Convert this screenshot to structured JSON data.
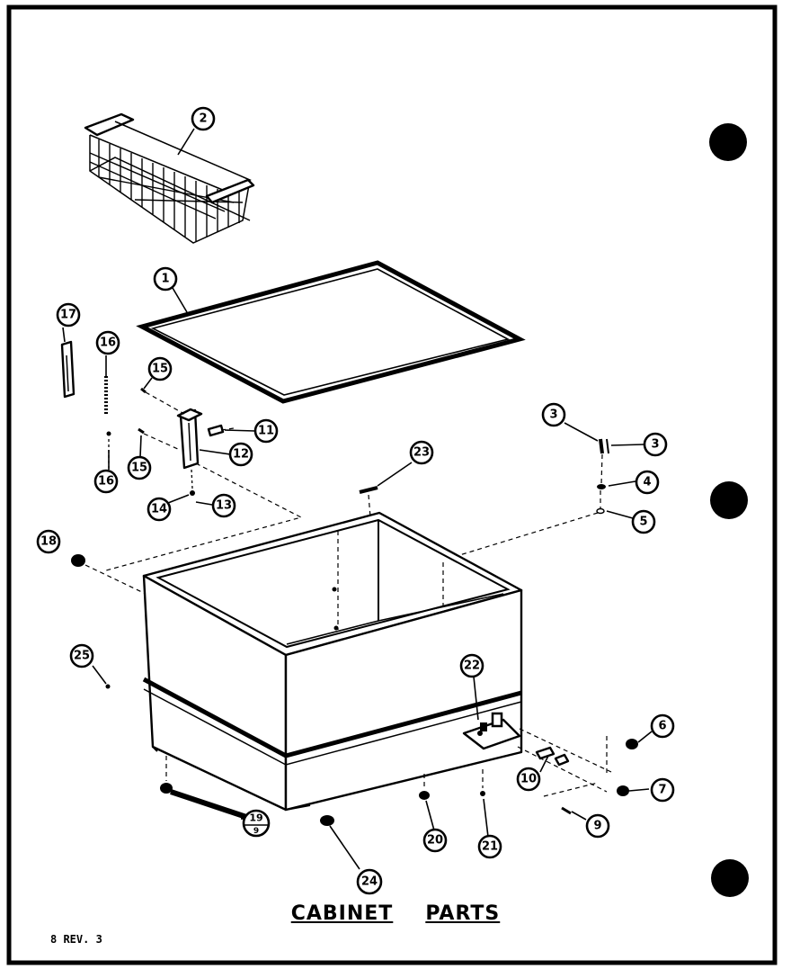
{
  "title": {
    "word1": "CABINET",
    "word2": "PARTS"
  },
  "reference_note": "8 REV. 3",
  "callouts": {
    "c1": "1",
    "c2": "2",
    "c3a": "3",
    "c3b": "3",
    "c4": "4",
    "c5": "5",
    "c6": "6",
    "c7": "7",
    "c9": "9",
    "c10": "10",
    "c11": "11",
    "c12": "12",
    "c13": "13",
    "c14": "14",
    "c15a": "15",
    "c15b": "15",
    "c16a": "16",
    "c16b": "16",
    "c17": "17",
    "c18": "18",
    "c19": "19",
    "c19sub": "9",
    "c20": "20",
    "c21": "21",
    "c22": "22",
    "c23": "23",
    "c24": "24",
    "c25": "25"
  }
}
